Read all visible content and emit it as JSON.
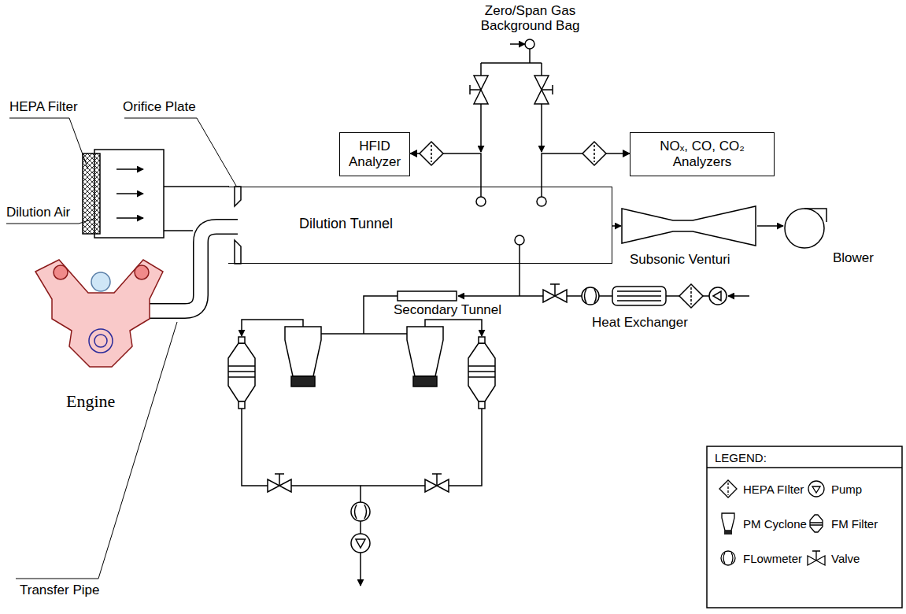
{
  "diagram": {
    "nodes": [
      {
        "text": [
          "Dilution Tunnel"
        ]
      },
      {
        "text": [
          "HFID Analyzer"
        ]
      },
      {
        "text": [
          "NOₓ, CO, CO₂ Analyzers"
        ]
      }
    ],
    "edges": [
      {
        "from": 0,
        "to": 1,
        "arrow": "to"
      },
      {
        "from": 0,
        "to": 2,
        "arrow": "to"
      }
    ],
    "labels": [
      "Zero/Span Gas Background Bag",
      "HEPA Filter",
      "Orifice Plate",
      "Dilution Air",
      "Transfer Pipe",
      "Engine",
      "Subsonic Venturi",
      "Blower",
      "Secondary Tunnel",
      "Heat Exchanger",
      "LEGEND:"
    ],
    "legend": [
      {
        "text": "HEPA FIlter"
      },
      {
        "text": "Pump"
      },
      {
        "text": "PM Cyclone"
      },
      {
        "text": "FM Filter"
      },
      {
        "text": "FLowmeter"
      },
      {
        "text": "Valve"
      }
    ]
  }
}
